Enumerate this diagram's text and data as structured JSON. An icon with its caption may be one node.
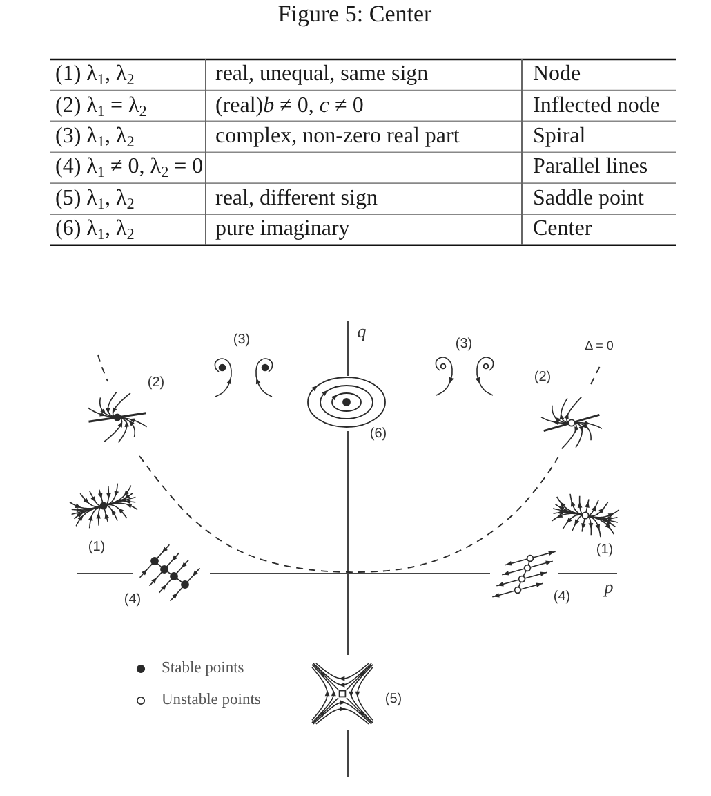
{
  "diagram": {
    "caption": "Figure 5: Center",
    "labels": [
      "(1) λ$_{1}$, λ$_{2}$",
      "real, unequal, same sign",
      "Node",
      "(2) λ$_{1}$ = λ$_{2}$",
      "(real)*b* ≠ 0, *c* ≠ 0",
      "Inflected node",
      "(3) λ$_{1}$, λ$_{2}$",
      "complex, non-zero real part",
      "Spiral",
      "(4) λ$_{1}$ ≠ 0, λ$_{2}$ = 0",
      "Parallel lines",
      "(5) λ$_{1}$, λ$_{2}$",
      "real, different sign",
      "Saddle point",
      "(6) λ$_{1}$, λ$_{2}$",
      "pure imaginary",
      "Center",
      "(3)",
      "q",
      "(3)",
      "Δ = 0",
      "(2)",
      "(2)",
      "(6)",
      "(1)",
      "(1)",
      "(4)",
      "(4)",
      "p",
      "(5)"
    ],
    "legend": [
      {
        "text": "Stable points"
      },
      {
        "text": "Unstable points"
      }
    ]
  }
}
